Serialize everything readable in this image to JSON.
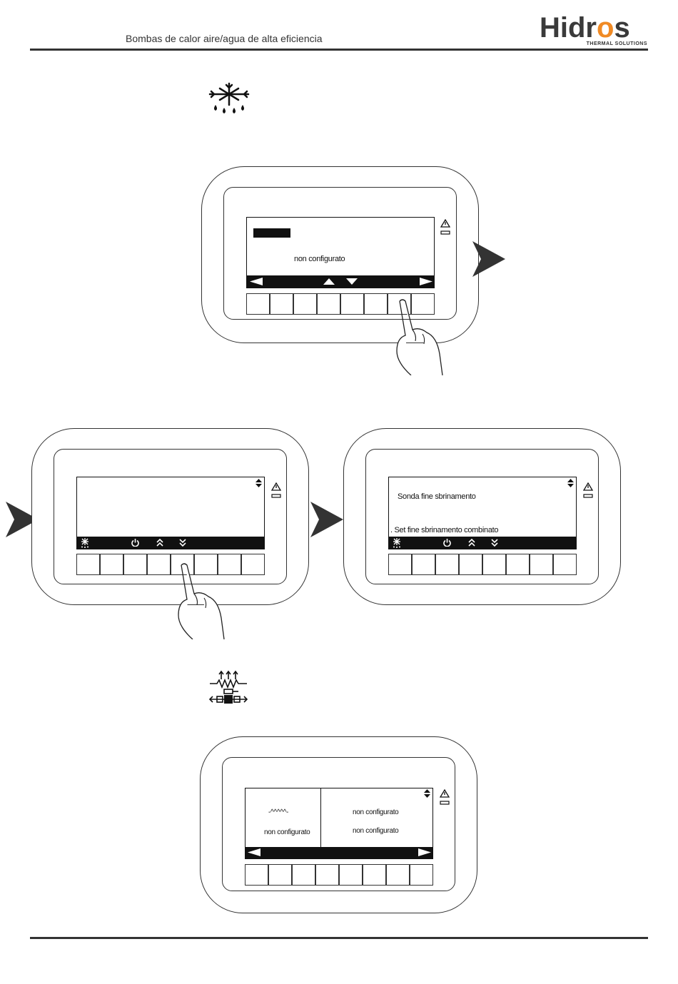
{
  "header": {
    "subtitle": "Bombas de calor aire/agua de alta eficiencia",
    "brand_name": "Hidros",
    "brand_tagline": "THERMAL SOLUTIONS",
    "brand_accent_color": "#f08a24"
  },
  "icons": {
    "defrost": "defrost-snowflake-icon",
    "heater": "heater-resistance-icon"
  },
  "panel1": {
    "status_text": "non configurato",
    "nav": [
      "left-arrow",
      "up-arrow",
      "down-arrow",
      "right-arrow"
    ],
    "pressed_key_index": 6
  },
  "panel2": {
    "bar_icons": [
      "defrost-icon",
      "power-icon",
      "page-up-icon",
      "page-down-icon"
    ],
    "pressed_key_index": 4
  },
  "panel3": {
    "line1": "Sonda fine sbrinamento",
    "line2": ". Set fine sbrinamento combinato",
    "bar_icons": [
      "defrost-icon",
      "power-icon",
      "page-up-icon",
      "page-down-icon"
    ]
  },
  "panel4": {
    "left_symbol": "-^^^^^-",
    "left_status": "non configurato",
    "right_status_1": "non configurato",
    "right_status_2": "non configurato",
    "nav": [
      "left-arrow",
      "right-arrow"
    ]
  }
}
